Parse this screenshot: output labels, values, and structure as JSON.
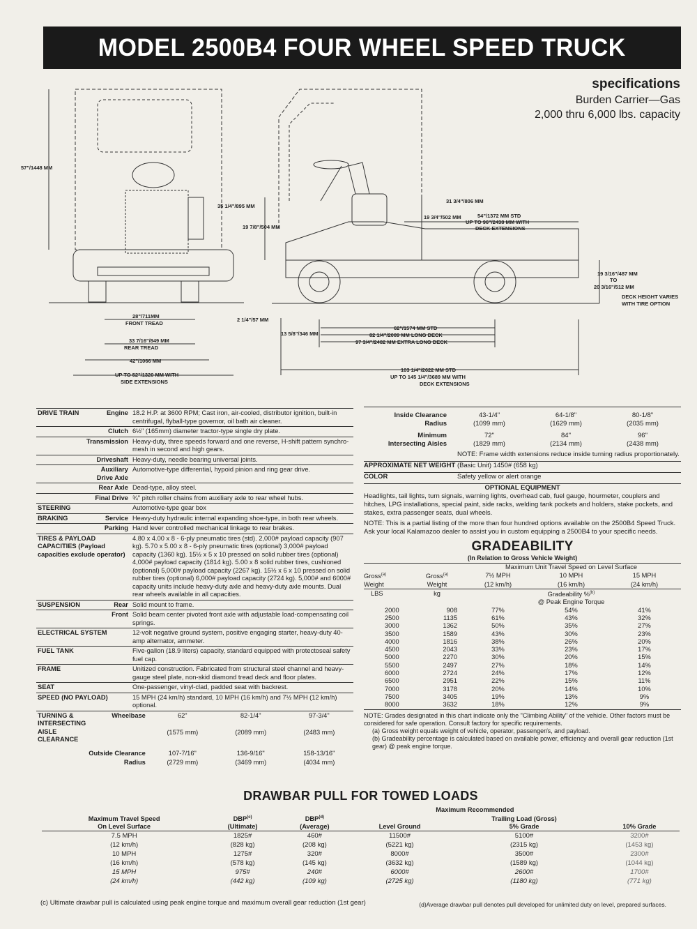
{
  "title": "MODEL 2500B4 FOUR WHEEL SPEED TRUCK",
  "specs_header": {
    "label": "specifications",
    "line1": "Burden Carrier—Gas",
    "line2": "2,000 thru 6,000 lbs. capacity"
  },
  "dimensions": {
    "h_overall": "57\"/1448 MM",
    "h_seat_back": "35 1/4\"/895 MM",
    "h_seat": "19 7/8\"/504 MM",
    "h_steer": "31 3/4\"/806 MM",
    "h_bed": "19 3/4\"/502 MM",
    "deck_std": "54\"/1372 MM STD",
    "deck_ext1": "UP TO 96\"/2438 MM WITH",
    "deck_ext2": "DECK EXTENSIONS",
    "deck_h1": "19 3/16\"/487 MM",
    "deck_h_to": "TO",
    "deck_h2": "20 3/16\"/512 MM",
    "deck_note1": "DECK HEIGHT VARIES",
    "deck_note2": "WITH TIRE OPTION",
    "front_tread_v": "28\"/711MM",
    "front_tread_l": "FRONT TREAD",
    "rear_tread_v": "33 7/16\"/849 MM",
    "rear_tread_l": "REAR TREAD",
    "width": "42\"/1066 MM",
    "width_ext1": "UP TO 52\"/1320 MM WITH",
    "width_ext2": "SIDE EXTENSIONS",
    "ground": "2 1/4\"/57 MM",
    "overhang": "13 5/8\"/346 MM",
    "wb1": "62\"/1574 MM STD",
    "wb2": "82 1/4\"/2089 MM LONG DECK",
    "wb3": "97 3/4\"/2482 MM EXTRA LONG DECK",
    "len1": "103 1/4\"/2622 MM STD",
    "len2": "UP TO 145 1/4\"/3689 MM WITH",
    "len3": "DECK EXTENSIONS"
  },
  "specs": {
    "drive_train": "DRIVE TRAIN",
    "engine_l": "Engine",
    "engine": "18.2 H.P. at 3600 RPM; Cast iron, air-cooled, distributor ignition, built-in centrifugal, flyball-type governor, oil bath air cleaner.",
    "clutch_l": "Clutch",
    "clutch": "6½\" (165mm) diameter tractor-type single dry plate.",
    "trans_l": "Transmission",
    "trans": "Heavy-duty, three speeds forward and one reverse, H-shift pattern synchro-mesh in second and high gears.",
    "drive_l": "Driveshaft",
    "drive": "Heavy-duty, needle bearing universal joints.",
    "aux_l": "Auxiliary Drive Axle",
    "aux": "Automotive-type differential, hypoid pinion and ring gear drive.",
    "rear_l": "Rear Axle",
    "rear": "Dead-type, alloy steel.",
    "final_l": "Final Drive",
    "final": "¾\" pitch roller chains from auxiliary axle to rear wheel hubs.",
    "steering_l": "STEERING",
    "steering": "Automotive-type gear box",
    "braking_l": "BRAKING",
    "service_l": "Service",
    "service": "Heavy-duty hydraulic internal expanding shoe-type, in both rear wheels.",
    "parking_l": "Parking",
    "parking": "Hand lever controlled mechanical linkage to rear brakes.",
    "tires_l": "TIRES & PAYLOAD CAPACITIES (Payload capacities exclude operator)",
    "tires": "4.80 x 4.00 x 8 - 6-ply pneumatic tires (std). 2,000# payload capacity (907 kg). 5.70 x 5.00 x 8 - 6-ply pneumatic tires (optional) 3,000# payload capacity (1360 kg). 15½ x 5 x 10 pressed on solid rubber tires (optional) 4,000# payload capacity (1814 kg). 5.00 x 8 solid rubber tires, cushioned (optional) 5,000# payload capacity (2267 kg). 15½ x 6 x 10 pressed on solid rubber tires (optional) 6,000# payload capacity (2724 kg). 5,000# and 6000# capacity units include heavy-duty axle and heavy-duty axle mounts. Dual rear wheels available in all capacities.",
    "susp_l": "SUSPENSION",
    "susp_rear_l": "Rear",
    "susp_rear": "Solid mount to frame.",
    "susp_front_l": "Front",
    "susp_front": "Solid beam center pivoted front axle with adjustable load-compensating coil springs.",
    "elec_l": "ELECTRICAL SYSTEM",
    "elec": "12-volt negative ground system, positive engaging starter, heavy-duty 40-amp alternator, ammeter.",
    "fuel_l": "FUEL TANK",
    "fuel": "Five-gallon (18.9 liters) capacity, standard equipped with protectoseal safety fuel cap.",
    "frame_l": "FRAME",
    "frame": "Unitized construction. Fabricated from structural steel channel and heavy-gauge steel plate, non-skid diamond tread deck and floor plates.",
    "seat_l": "SEAT",
    "seat": "One-passenger, vinyl-clad, padded seat with backrest.",
    "speed_l": "SPEED (NO PAYLOAD)",
    "speed": "15 MPH (24 km/h) standard, 10 MPH (16 km/h) and 7½ MPH (12 km/h) optional.",
    "turn_l": "TURNING & INTERSECTING AISLE CLEARANCE",
    "wheelbase_l": "Wheelbase",
    "wb": [
      "62\"",
      "82-1/4\"",
      "97-3/4\""
    ],
    "wb_mm": [
      "(1575 mm)",
      "(2089 mm)",
      "(2483 mm)"
    ],
    "outside_l": "Outside Clearance",
    "radius_l": "Radius",
    "outside": [
      "107-7/16\"",
      "136-9/16\"",
      "158-13/16\""
    ],
    "outside_mm": [
      "(2729 mm)",
      "(3469 mm)",
      "(4034 mm)"
    ]
  },
  "right": {
    "inside_l": "Inside Clearance",
    "radius_l": "Radius",
    "inside": [
      "43-1/4\"",
      "64-1/8\"",
      "80-1/8\""
    ],
    "inside_mm": [
      "(1099 mm)",
      "(1629 mm)",
      "(2035 mm)"
    ],
    "min_l": "Minimum",
    "aisle_l": "Intersecting Aisles",
    "min": [
      "72\"",
      "84\"",
      "96\""
    ],
    "min_mm": [
      "(1829 mm)",
      "(2134 mm)",
      "(2438 mm)"
    ],
    "frame_note": "NOTE: Frame width extensions reduce inside turning radius proportionately.",
    "weight_l": "APPROXIMATE NET WEIGHT",
    "weight": "(Basic Unit) 1450# (658 kg)",
    "color_l": "COLOR",
    "color": "Safety yellow or alert orange",
    "opt_l": "OPTIONAL EQUIPMENT",
    "opt": "Headlights, tail lights, turn signals, warning lights, overhead cab, fuel gauge, hourmeter, couplers and hitches, LPG installations, special paint, side racks, welding tank pockets and holders, stake pockets, and stakes, extra passenger seats, dual wheels.",
    "opt_note": "NOTE: This is a partial listing of the more than four hundred options available on the 2500B4 Speed Truck. Ask your local Kalamazoo dealer to assist you in custom equipping a 2500B4 to your specific needs."
  },
  "gradeability": {
    "title": "GRADEABILITY",
    "subtitle": "(In Relation to Gross Vehicle Weight)",
    "max_l": "Maximum Unit Travel Speed on Level Surface",
    "gross_l": "Gross",
    "weight_l": "Weight",
    "s1": "7½ MPH",
    "s1k": "(12 km/h)",
    "s2": "10 MPH",
    "s2k": "(16 km/h)",
    "s3": "15 MPH",
    "s3k": "(24 km/h)",
    "lbs": "LBS",
    "kg": "kg",
    "grade_l": "Gradeability %",
    "peak_l": "@ Peak Engine Torque",
    "rows": [
      [
        "2000",
        "908",
        "77%",
        "54%",
        "41%"
      ],
      [
        "2500",
        "1135",
        "61%",
        "43%",
        "32%"
      ],
      [
        "3000",
        "1362",
        "50%",
        "35%",
        "27%"
      ],
      [
        "3500",
        "1589",
        "43%",
        "30%",
        "23%"
      ],
      [
        "4000",
        "1816",
        "38%",
        "26%",
        "20%"
      ],
      [
        "4500",
        "2043",
        "33%",
        "23%",
        "17%"
      ],
      [
        "5000",
        "2270",
        "30%",
        "20%",
        "15%"
      ],
      [
        "5500",
        "2497",
        "27%",
        "18%",
        "14%"
      ],
      [
        "6000",
        "2724",
        "24%",
        "17%",
        "12%"
      ],
      [
        "6500",
        "2951",
        "22%",
        "15%",
        "11%"
      ],
      [
        "7000",
        "3178",
        "20%",
        "14%",
        "10%"
      ],
      [
        "7500",
        "3405",
        "19%",
        "13%",
        "9%"
      ],
      [
        "8000",
        "3632",
        "18%",
        "12%",
        "9%"
      ]
    ],
    "note1": "NOTE: Grades designated in this chart indicate only the \"Climbing Ability\" of the vehicle. Other factors must be considered for safe operation. Consult factory for specific requirements.",
    "note_a": "(a) Gross weight equals weight of vehicle, operator, passenger/s, and payload.",
    "note_b": "(b) Gradeability percentage is calculated based on available power, efficiency and overall gear reduction (1st gear) @ peak engine torque."
  },
  "drawbar": {
    "title": "DRAWBAR PULL FOR TOWED LOADS",
    "h_speed1": "Maximum Travel Speed",
    "h_speed2": "On Level Surface",
    "h_dbpc1": "DBP",
    "h_dbpc2": "(Ultimate)",
    "h_dbpd1": "DBP",
    "h_dbpd2": "(Average)",
    "h_max1": "Maximum Recommended",
    "h_max2": "Trailing Load (Gross)",
    "h_level": "Level Ground",
    "h_5": "5% Grade",
    "h_10": "10% Grade",
    "rows": [
      [
        "7.5 MPH",
        "(12 km/h)",
        "1825#",
        "(828 kg)",
        "460#",
        "(208 kg)",
        "11500#",
        "(5221 kg)",
        "5100#",
        "(2315 kg)",
        "3200#",
        "(1453 kg)"
      ],
      [
        "10 MPH",
        "(16 km/h)",
        "1275#",
        "(578 kg)",
        "320#",
        "(145 kg)",
        "8000#",
        "(3632 kg)",
        "3500#",
        "(1589 kg)",
        "2300#",
        "(1044 kg)"
      ],
      [
        "15 MPH",
        "(24 km/h)",
        "975#",
        "(442 kg)",
        "240#",
        "(109 kg)",
        "6000#",
        "(2725 kg)",
        "2600#",
        "(1180 kg)",
        "1700#",
        "(771 kg)"
      ]
    ],
    "foot_c": "(c) Ultimate drawbar pull is calculated using peak engine torque and maximum overall gear reduction (1st gear)",
    "foot_d": "(d)Average drawbar pull denotes pull developed for unlimited duty on level, prepared surfaces."
  }
}
